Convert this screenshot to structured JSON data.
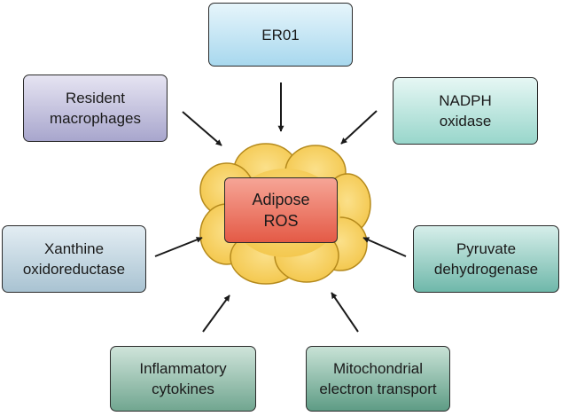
{
  "center": {
    "line1": "Adipose",
    "line2": "ROS",
    "color_top": "#f6a596",
    "color_bottom": "#e45a46"
  },
  "cluster": {
    "fill_outer": "#f3c64a",
    "fill_inner": "#fbe08a"
  },
  "sources": [
    {
      "id": "er01",
      "line1": "ER01",
      "line2": "",
      "color_top": "#e6f5fb",
      "color_bottom": "#a8d8ee"
    },
    {
      "id": "nadph",
      "line1": "NADPH",
      "line2": "oxidase",
      "color_top": "#e6f7f4",
      "color_bottom": "#98d6cb"
    },
    {
      "id": "pyruvate",
      "line1": "Pyruvate",
      "line2": "dehydrogenase",
      "color_top": "#d6eeea",
      "color_bottom": "#6fb8aa"
    },
    {
      "id": "mito",
      "line1": "Mitochondrial",
      "line2": "electron transport",
      "color_top": "#c8e2d6",
      "color_bottom": "#5e9c85"
    },
    {
      "id": "cytokines",
      "line1": "Inflammatory",
      "line2": "cytokines",
      "color_top": "#cfe4da",
      "color_bottom": "#71a690"
    },
    {
      "id": "xanthine",
      "line1": "Xanthine",
      "line2": "oxidoreductase",
      "color_top": "#e3edf3",
      "color_bottom": "#a9c3d2"
    },
    {
      "id": "macrophages",
      "line1": "Resident",
      "line2": "macrophages",
      "color_top": "#e6e4f2",
      "color_bottom": "#a8a6cd"
    }
  ]
}
